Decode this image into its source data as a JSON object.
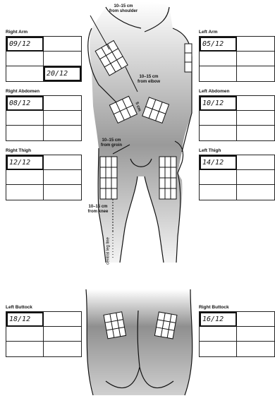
{
  "sites": {
    "right_arm": {
      "label": "Right Arm",
      "cells": [
        "09/12",
        "",
        "",
        "",
        "",
        "20/12"
      ],
      "marked": [
        0,
        5
      ]
    },
    "left_arm": {
      "label": "Left Arm",
      "cells": [
        "05/12",
        "",
        "",
        "",
        "",
        ""
      ],
      "marked": [
        0
      ]
    },
    "right_abdomen": {
      "label": "Right Abdomen",
      "cells": [
        "08/12",
        "",
        "",
        "",
        "",
        ""
      ],
      "marked": [
        0
      ]
    },
    "left_abdomen": {
      "label": "Left Abdomen",
      "cells": [
        "10/12",
        "",
        "",
        "",
        "",
        ""
      ],
      "marked": [
        0
      ]
    },
    "right_thigh": {
      "label": "Right Thigh",
      "cells": [
        "12/12",
        "",
        "",
        "",
        "",
        ""
      ],
      "marked": [
        0
      ]
    },
    "left_thigh": {
      "label": "Left Thigh",
      "cells": [
        "14/12",
        "",
        "",
        "",
        "",
        ""
      ],
      "marked": [
        0
      ]
    },
    "left_buttock": {
      "label": "Left Buttock",
      "cells": [
        "18/12",
        "",
        "",
        "",
        "",
        ""
      ],
      "marked": [
        0
      ]
    },
    "right_buttock": {
      "label": "Right Buttock",
      "cells": [
        "16/12",
        "",
        "",
        "",
        "",
        ""
      ],
      "marked": [
        0
      ]
    }
  },
  "annotations": {
    "shoulder": "10–15 cm\nfrom shoulder",
    "elbow": "10–15 cm\nfrom elbow",
    "navel": "5 cm",
    "groin": "10–15 cm\nfrom groin",
    "knee": "10–15 cm\nfrom knee",
    "central_line": "central leg line"
  },
  "colors": {
    "line": "#111111",
    "body_shade": "#8a8a8a",
    "paper": "#ffffff"
  }
}
